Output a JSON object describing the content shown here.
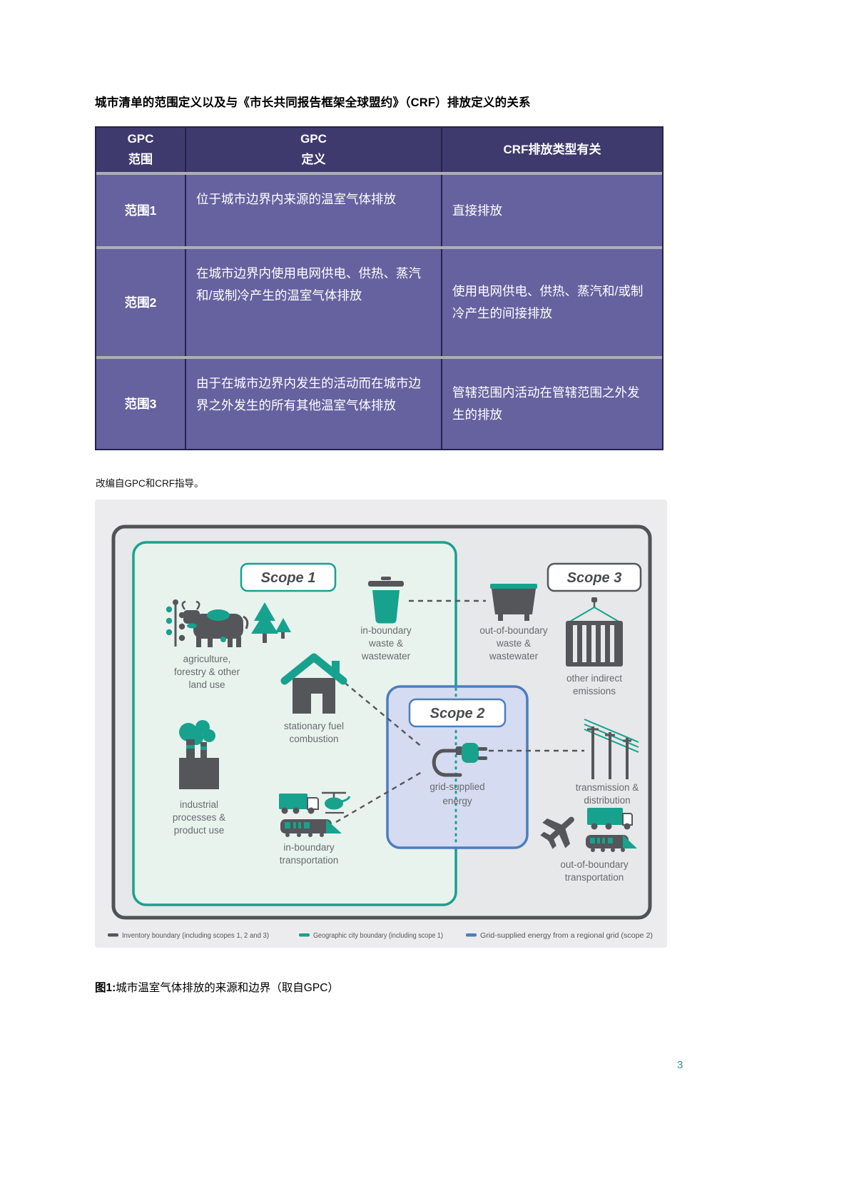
{
  "doc": {
    "title": "城市清单的范围定义以及与《市长共同报告框架全球盟约》（CRF）排放定义的关系",
    "note": "改编自GPC和CRF指导。",
    "caption": {
      "prefix": "图1:",
      "text": "城市温室气体排放的来源和边界（取自GPC）"
    },
    "page_number": "3"
  },
  "table": {
    "columns": [
      [
        "GPC",
        "范围"
      ],
      [
        "GPC",
        "定义"
      ],
      [
        "CRF排放类型有关",
        ""
      ]
    ],
    "rows": [
      {
        "scope": "范围1",
        "definition": "位于城市边界内来源的温室气体排放",
        "crf": "直接排放"
      },
      {
        "scope": "范围2",
        "definition": "在城市边界内使用电网供电、供热、蒸汽和/或制冷产生的温室气体排放",
        "crf": "使用电网供电、供热、蒸汽和/或制冷产生的间接排放"
      },
      {
        "scope": "范围3",
        "definition": "由于在城市边界内发生的活动而在城市边界之外发生的所有其他温室气体排放",
        "crf": "管辖范围内活动在管辖范围之外发生的排放"
      }
    ],
    "colors": {
      "header_bg": "#3e3a6d",
      "row_bg": "#66629f",
      "grid_line": "#26224a"
    }
  },
  "figure": {
    "scopes": {
      "s1": "Scope 1",
      "s2": "Scope 2",
      "s3": "Scope 3"
    },
    "labels": {
      "agriculture": [
        "agriculture,",
        "forestry & other",
        "land use"
      ],
      "in_waste": [
        "in-boundary",
        "waste &",
        "wastewater"
      ],
      "out_waste": [
        "out-of-boundary",
        "waste &",
        "wastewater"
      ],
      "other_indirect": [
        "other indirect",
        "emissions"
      ],
      "stationary": [
        "stationary fuel",
        "combustion"
      ],
      "industrial": [
        "industrial",
        "processes &",
        "product use"
      ],
      "in_transport": [
        "in-boundary",
        "transportation"
      ],
      "grid": [
        "grid-supplied",
        "energy"
      ],
      "transmission": [
        "transmission &",
        "distribution"
      ],
      "out_transport": [
        "out-of-boundary",
        "transportation"
      ]
    },
    "legend": [
      {
        "label": "Inventory boundary (including scopes 1, 2 and 3)",
        "color": "#55565a"
      },
      {
        "label": "Geographic city boundary (including scope 1)",
        "color": "#17a28e"
      },
      {
        "label": "Grid-supplied energy from a regional grid (scope 2)",
        "color": "#4b7dc0"
      }
    ],
    "colors": {
      "teal": "#17a28e",
      "dark_gray": "#55565a",
      "blue": "#4b7dc0",
      "scope2_fill": "#d5dbf0",
      "mint_fill": "#e9f3ee",
      "gray_fill": "#e7e8e9"
    }
  }
}
